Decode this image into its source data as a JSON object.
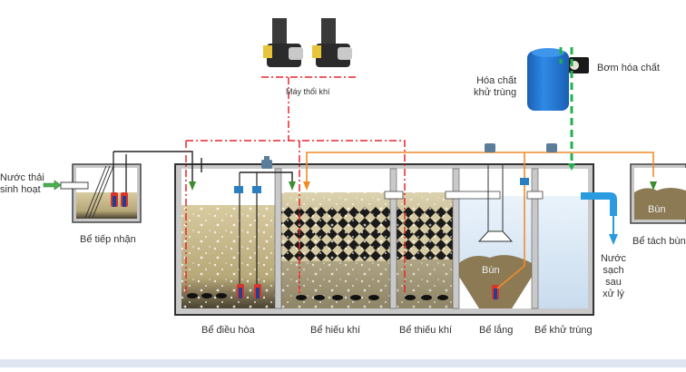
{
  "title": "Sơ đồ hệ thống xử lý nước thải sinh hoạt",
  "labels": {
    "influent": "Nước thải sinh hoạt",
    "influent_line1": "Nước thải",
    "influent_line2": "sinh hoạt",
    "blower": "Máy thổi khí",
    "chem_tank_line1": "Hóa chất",
    "chem_tank_line2": "khử trùng",
    "chem_pump": "Bơm hóa chất",
    "sludge_in_settling": "Bùn",
    "sludge_tank_content": "Bùn",
    "effluent_line1": "Nước",
    "effluent_line2": "sạch",
    "effluent_line3": "sau",
    "effluent_line4": "xử lý"
  },
  "tanks": [
    {
      "id": "receiving",
      "label": "Bể tiếp nhận"
    },
    {
      "id": "equalization",
      "label": "Bể điều hòa"
    },
    {
      "id": "aerobic",
      "label": "Bể hiếu khí"
    },
    {
      "id": "anoxic",
      "label": "Bể thiếu khí"
    },
    {
      "id": "settling",
      "label": "Bể lắng"
    },
    {
      "id": "disinfection",
      "label": "Bể khử trùng"
    },
    {
      "id": "sludge",
      "label": "Bể tách bùn"
    }
  ],
  "legend_lines": {
    "air": {
      "color": "#e8262b",
      "style": "dash-dot"
    },
    "sludge_return": {
      "color": "#f28c28",
      "style": "solid"
    },
    "chemical": {
      "color": "#22b14c",
      "style": "dashed"
    },
    "water": {
      "color": "#222222",
      "style": "solid"
    }
  },
  "colors": {
    "wastewater": "#c9b98a",
    "clean_water": "#dcebf7",
    "sludge": "#8c7a55",
    "tank_wall": "#555555",
    "tank_fill": "#c8c8c8",
    "chem_tank": "#1e78d2",
    "outlet_pipe": "#2a9be0"
  }
}
